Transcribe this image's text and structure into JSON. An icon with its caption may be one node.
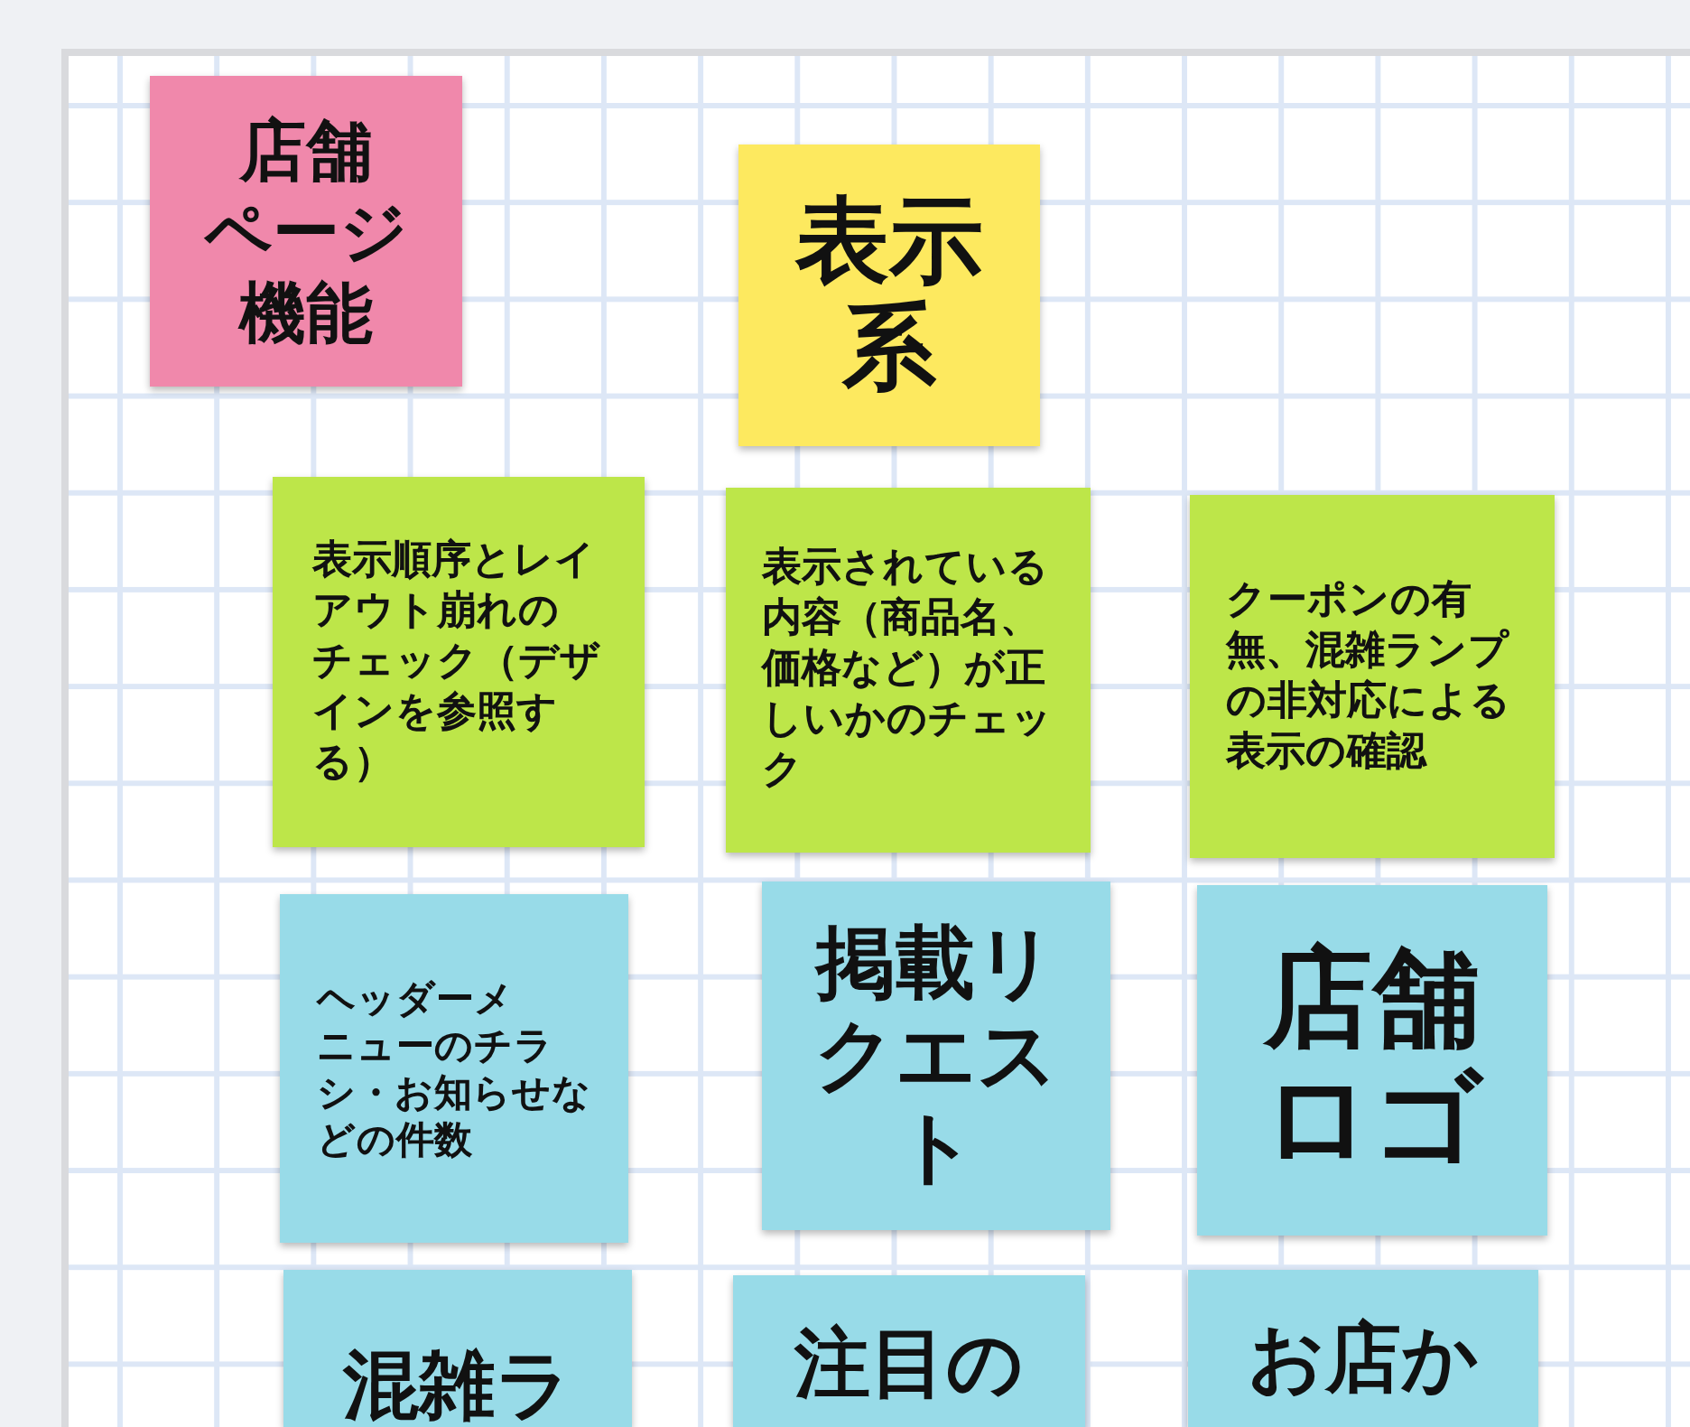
{
  "diagram": {
    "nodes": [
      {
        "text": [
          "店舗ページ機能"
        ]
      },
      {
        "text": [
          "表示系"
        ]
      },
      {
        "text": [
          "表示順序とレイアウト崩れのチェック（デザインを参照する）"
        ]
      },
      {
        "text": [
          "表示されている内容（商品名、価格など）が正しいかのチェック"
        ]
      },
      {
        "text": [
          "クーポンの有無、混雑ランプの非対応による表示の確認"
        ]
      },
      {
        "text": [
          "ヘッダーメニューのチラシ・お知らせなどの件数"
        ]
      },
      {
        "text": [
          "掲載リクエスト"
        ]
      },
      {
        "text": [
          "店舗ロゴ"
        ]
      },
      {
        "text": [
          "混雑ラ"
        ]
      },
      {
        "text": [
          "注目の"
        ]
      },
      {
        "text": [
          "お店か"
        ]
      }
    ]
  }
}
